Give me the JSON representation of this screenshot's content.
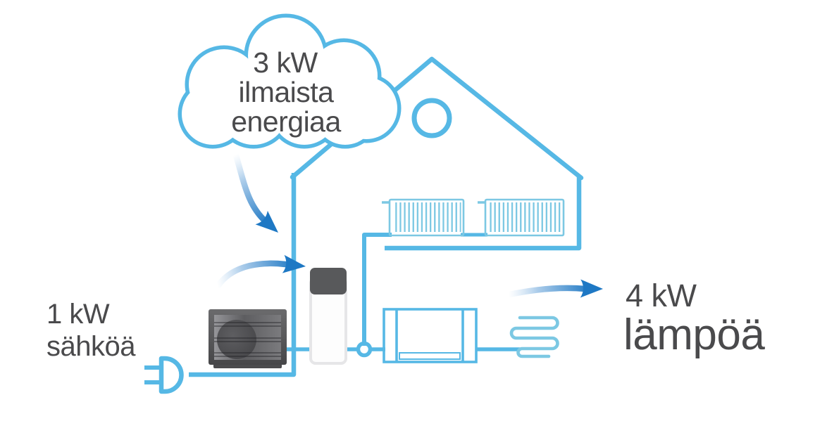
{
  "diagram": {
    "cloud_label": {
      "line1": "3 kW",
      "line2": "ilmaista",
      "line3": "energiaa"
    },
    "electricity_label": {
      "line1": "1 kW",
      "line2": "sähköä"
    },
    "heat_label": {
      "line1": "4 kW",
      "line2": "lämpöä"
    },
    "colors": {
      "outline_blue": "#56b8e5",
      "radiator_blue": "#7cc8e3",
      "arrow_blue": "#1e78c4",
      "text_gray": "#4a4a4c",
      "heat_pump_gray": "#4b4b4d",
      "tank_cap_gray": "#58595b",
      "background": "#ffffff"
    },
    "icons": [
      "cloud-icon",
      "house-icon",
      "round-window-icon",
      "radiator-icon",
      "power-plug-icon",
      "heat-pump-outdoor-unit-icon",
      "hot-water-tank-icon",
      "fan-coil-unit-icon",
      "floor-heating-coil-icon",
      "airflow-curved-arrow-icon",
      "airflow-intake-arrow-icon",
      "heat-output-arrow-icon"
    ]
  }
}
